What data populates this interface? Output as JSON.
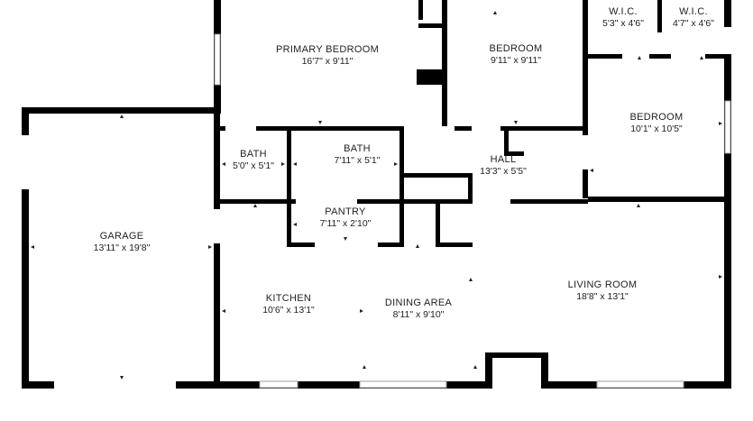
{
  "rooms": [
    {
      "id": "primary-bedroom",
      "name": "PRIMARY BEDROOM",
      "dims": "16'7\" x 9'11\""
    },
    {
      "id": "bedroom-top",
      "name": "BEDROOM",
      "dims": "9'11\" x 9'11\""
    },
    {
      "id": "wic-1",
      "name": "W.I.C.",
      "dims": "5'3\" x 4'6\""
    },
    {
      "id": "wic-2",
      "name": "W.I.C.",
      "dims": "4'7\" x 4'6\""
    },
    {
      "id": "bedroom-right",
      "name": "BEDROOM",
      "dims": "10'1\" x 10'5\""
    },
    {
      "id": "bath-1",
      "name": "BATH",
      "dims": "5'0\" x 5'1\""
    },
    {
      "id": "bath-2",
      "name": "BATH",
      "dims": "7'11\" x 5'1\""
    },
    {
      "id": "hall",
      "name": "HALL",
      "dims": "13'3\" x 5'5\""
    },
    {
      "id": "pantry",
      "name": "PANTRY",
      "dims": "7'11\" x 2'10\""
    },
    {
      "id": "garage",
      "name": "GARAGE",
      "dims": "13'11\" x 19'8\""
    },
    {
      "id": "kitchen",
      "name": "KITCHEN",
      "dims": "10'6\" x 13'1\""
    },
    {
      "id": "dining-area",
      "name": "DINING AREA",
      "dims": "8'11\" x 9'10\""
    },
    {
      "id": "living-room",
      "name": "LIVING ROOM",
      "dims": "18'8\" x 13'1\""
    }
  ],
  "colors": {
    "wall": "#000000",
    "window": "#9e9e9e",
    "text": "#222222",
    "background": "#ffffff"
  }
}
